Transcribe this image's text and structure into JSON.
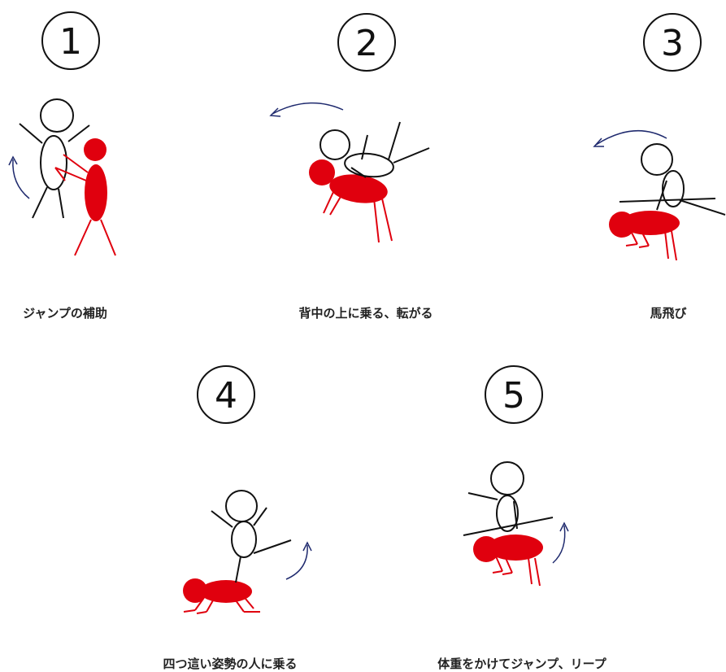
{
  "steps": [
    {
      "number": "1",
      "caption": "ジャンプの補助"
    },
    {
      "number": "2",
      "caption": "背中の上に乗る、転がる"
    },
    {
      "number": "3",
      "caption": "馬飛び"
    },
    {
      "number": "4",
      "caption": "四つ這い姿勢の人に乗る"
    },
    {
      "number": "5",
      "caption": "体重をかけてジャンプ、リープ"
    }
  ],
  "colors": {
    "helper_red": "#e0000e",
    "outline_black": "#111111",
    "arrow_navy": "#1f2a6e"
  }
}
